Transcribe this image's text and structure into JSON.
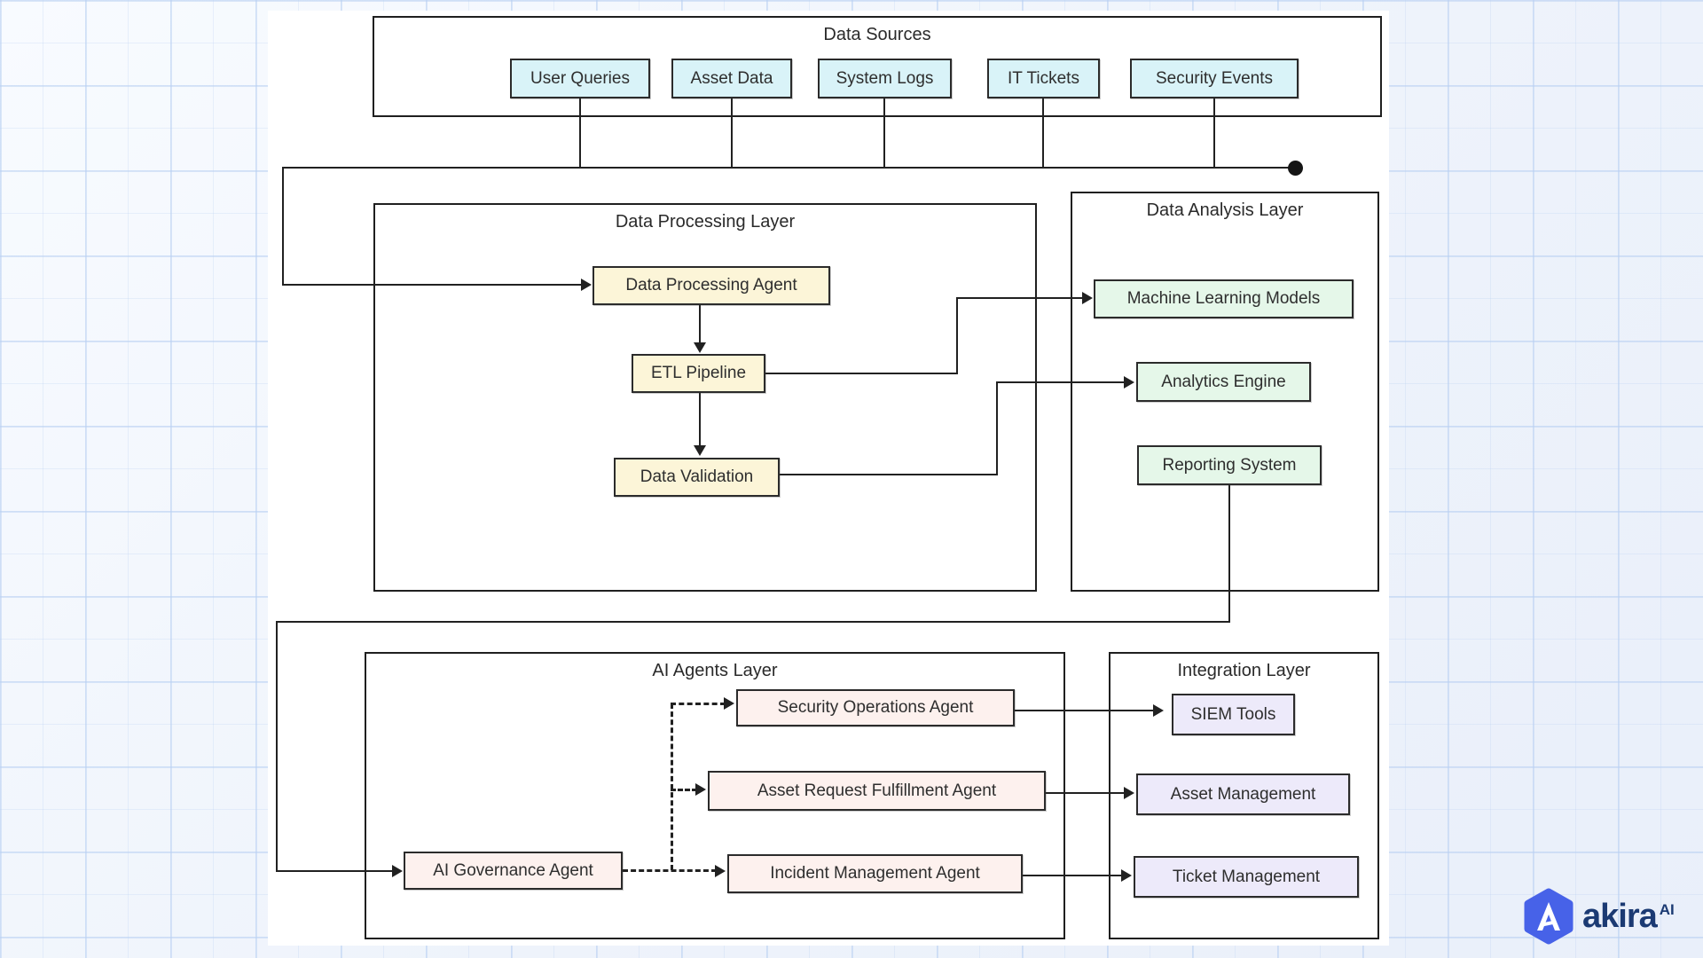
{
  "containers": {
    "data_sources": {
      "title": "Data Sources"
    },
    "data_processing": {
      "title": "Data Processing Layer"
    },
    "data_analysis": {
      "title": "Data Analysis Layer"
    },
    "ai_agents": {
      "title": "AI Agents Layer"
    },
    "integration": {
      "title": "Integration Layer"
    }
  },
  "nodes": {
    "user_queries": {
      "label": "User Queries",
      "fill": "#d9f3f8"
    },
    "asset_data": {
      "label": "Asset Data",
      "fill": "#d9f3f8"
    },
    "system_logs": {
      "label": "System Logs",
      "fill": "#d9f3f8"
    },
    "it_tickets": {
      "label": "IT Tickets",
      "fill": "#d9f3f8"
    },
    "security_events": {
      "label": "Security Events",
      "fill": "#d9f3f8"
    },
    "data_processing_agent": {
      "label": "Data Processing Agent",
      "fill": "#fcf5d8"
    },
    "etl_pipeline": {
      "label": "ETL Pipeline",
      "fill": "#fcf5d8"
    },
    "data_validation": {
      "label": "Data Validation",
      "fill": "#fcf5d8"
    },
    "ml_models": {
      "label": "Machine Learning Models",
      "fill": "#e5f7e9"
    },
    "analytics_engine": {
      "label": "Analytics Engine",
      "fill": "#e5f7e9"
    },
    "reporting_system": {
      "label": "Reporting System",
      "fill": "#e5f7e9"
    },
    "security_ops_agent": {
      "label": "Security Operations Agent",
      "fill": "#fdf1ee"
    },
    "asset_request_agent": {
      "label": "Asset Request Fulfillment Agent",
      "fill": "#fdf1ee"
    },
    "incident_mgmt_agent": {
      "label": "Incident Management Agent",
      "fill": "#fdf1ee"
    },
    "ai_governance_agent": {
      "label": "AI Governance Agent",
      "fill": "#fdf1ee"
    },
    "siem_tools": {
      "label": "SIEM Tools",
      "fill": "#edeafa"
    },
    "asset_management": {
      "label": "Asset Management",
      "fill": "#edeafa"
    },
    "ticket_management": {
      "label": "Ticket Management",
      "fill": "#edeafa"
    }
  },
  "edges": [
    {
      "from": "user_queries",
      "to": "collector_bus",
      "style": "solid"
    },
    {
      "from": "asset_data",
      "to": "collector_bus",
      "style": "solid"
    },
    {
      "from": "system_logs",
      "to": "collector_bus",
      "style": "solid"
    },
    {
      "from": "it_tickets",
      "to": "collector_bus",
      "style": "solid"
    },
    {
      "from": "security_events",
      "to": "collector_bus",
      "style": "solid"
    },
    {
      "from": "collector_bus",
      "to": "data_processing_agent",
      "style": "solid-arrow"
    },
    {
      "from": "data_processing_agent",
      "to": "etl_pipeline",
      "style": "solid-arrow"
    },
    {
      "from": "etl_pipeline",
      "to": "data_validation",
      "style": "solid-arrow"
    },
    {
      "from": "etl_pipeline",
      "to": "ml_models",
      "style": "solid-arrow"
    },
    {
      "from": "data_validation",
      "to": "analytics_engine",
      "style": "solid-arrow"
    },
    {
      "from": "reporting_system",
      "to": "ai_governance_agent",
      "style": "solid-arrow"
    },
    {
      "from": "ai_governance_agent",
      "to": "security_ops_agent",
      "style": "dashed-arrow"
    },
    {
      "from": "ai_governance_agent",
      "to": "asset_request_agent",
      "style": "dashed-arrow"
    },
    {
      "from": "ai_governance_agent",
      "to": "incident_mgmt_agent",
      "style": "dashed-arrow"
    },
    {
      "from": "security_ops_agent",
      "to": "siem_tools",
      "style": "solid-arrow"
    },
    {
      "from": "asset_request_agent",
      "to": "asset_management",
      "style": "solid-arrow"
    },
    {
      "from": "incident_mgmt_agent",
      "to": "ticket_management",
      "style": "solid-arrow"
    }
  ],
  "logo": {
    "brand": "akira",
    "suffix": "AI",
    "hexagon_color": "#4762e8",
    "text_color": "#1b3a73"
  },
  "colors": {
    "canvas": "#ffffff",
    "background": "#f3f7fd",
    "grid_line": "#d8e4f5",
    "line": "#212121",
    "box_border": "#2b2b2b",
    "text": "#2e2e2e",
    "fill_sources": "#d9f3f8",
    "fill_processing": "#fcf5d8",
    "fill_analysis": "#e5f7e9",
    "fill_agents": "#fdf1ee",
    "fill_integration": "#edeafa"
  }
}
